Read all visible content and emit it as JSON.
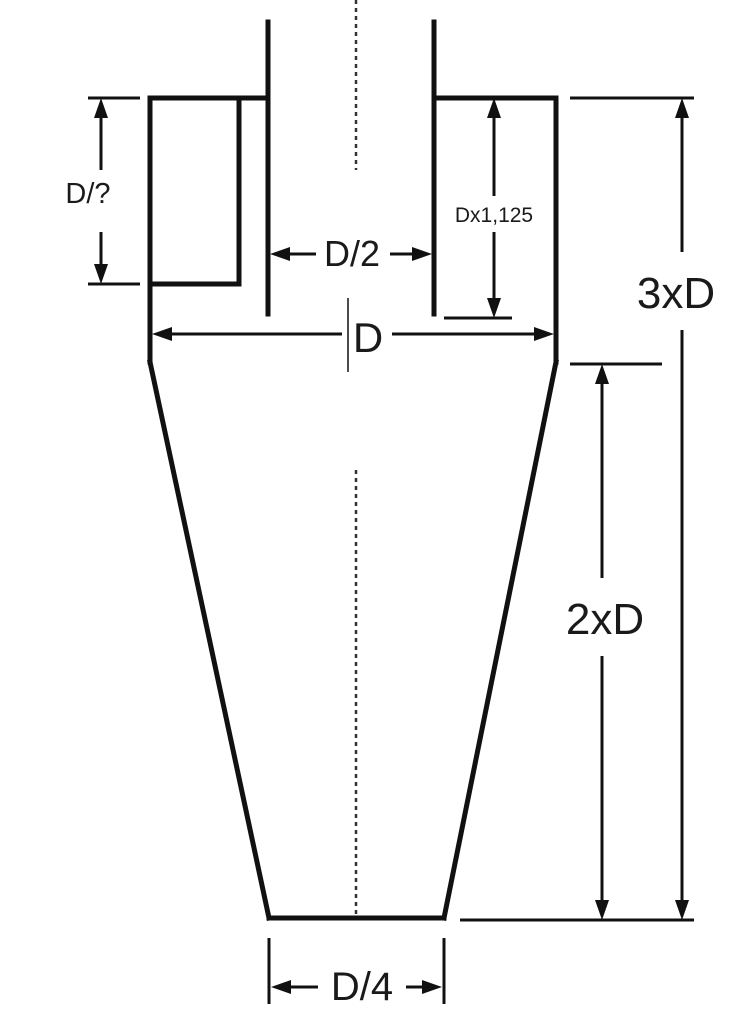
{
  "diagram": {
    "labels": {
      "inlet_height": "D/?",
      "outlet_diameter": "D/2",
      "outlet_pipe_depth": "Dx1,125",
      "body_diameter": "D",
      "total_height": "3xD",
      "cone_height": "2xD",
      "dust_outlet_diameter": "D/4"
    }
  }
}
